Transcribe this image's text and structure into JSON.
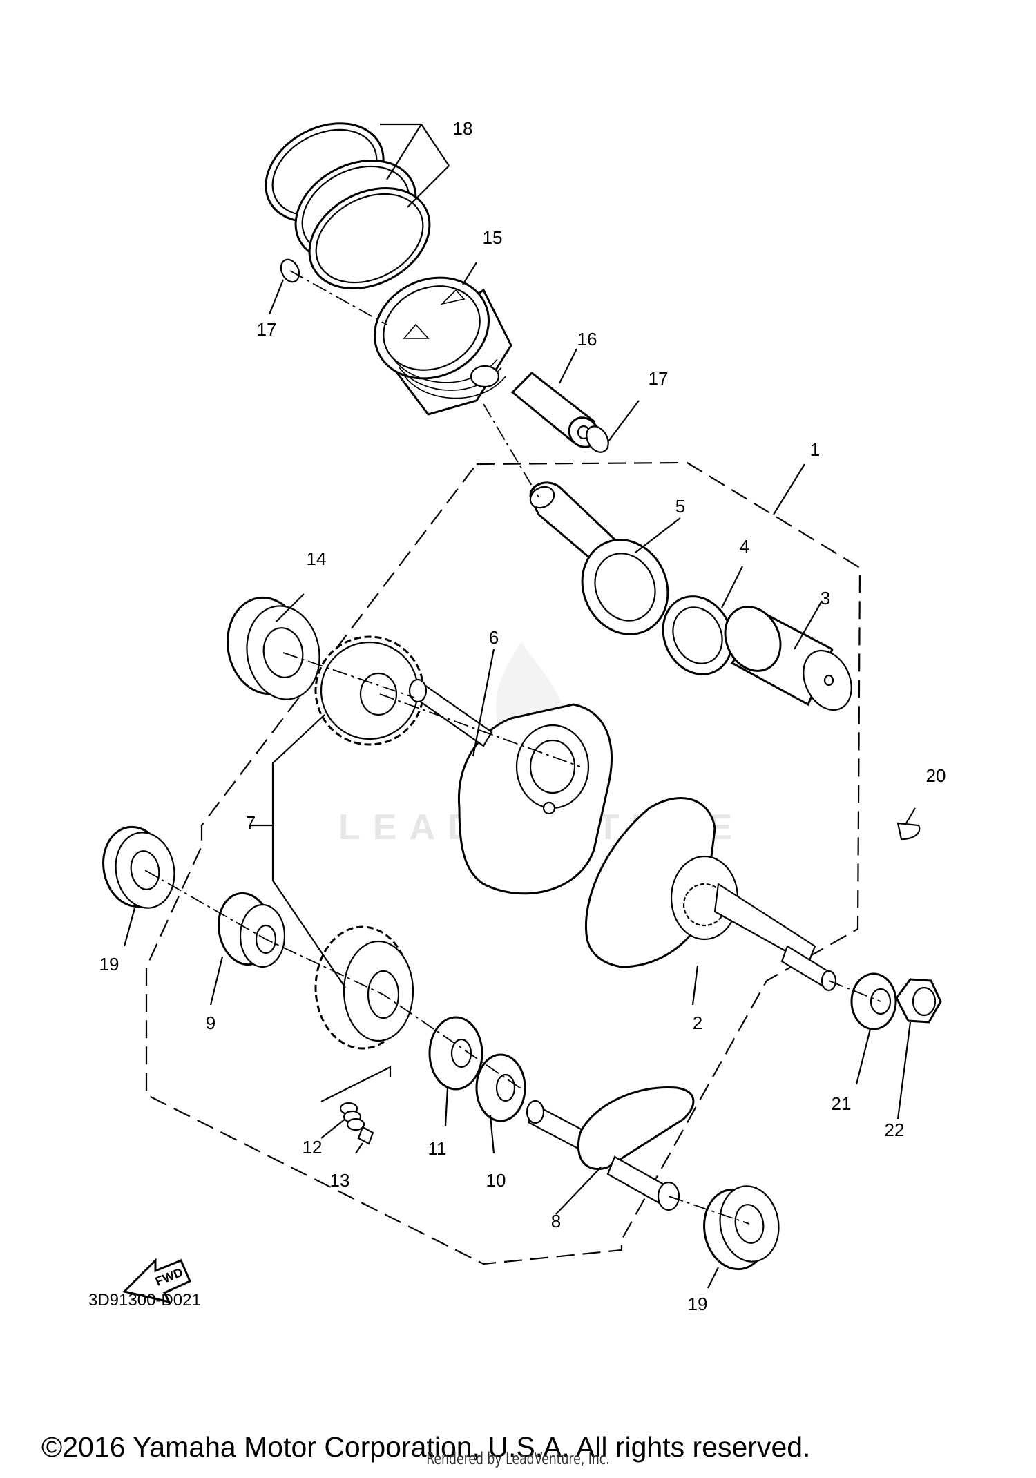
{
  "diagram": {
    "drawing_code": "3D91300-D021",
    "fwd_label": "FWD",
    "watermark": "LEADVENTURE",
    "callouts": [
      "1",
      "2",
      "3",
      "4",
      "5",
      "6",
      "7",
      "8",
      "9",
      "10",
      "11",
      "12",
      "13",
      "14",
      "15",
      "16",
      "17",
      "17",
      "18",
      "19",
      "19",
      "20",
      "21",
      "22"
    ]
  },
  "footer": {
    "copyright": "©2016 Yamaha Motor Corporation, U.S.A. All rights reserved.",
    "rendered_by": "Rendered by LeadVenture, Inc."
  }
}
